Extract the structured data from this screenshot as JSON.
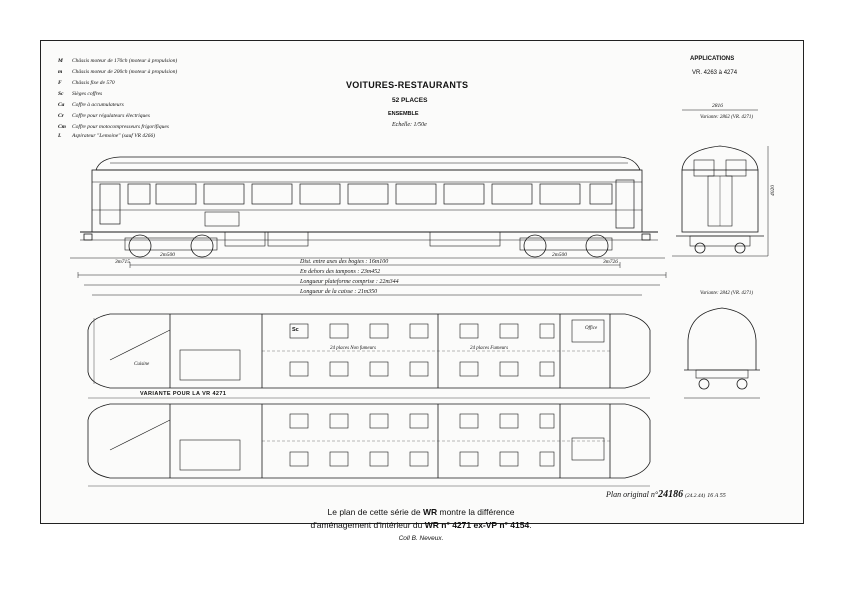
{
  "header": {
    "title": "VOITURES-RESTAURANTS",
    "places": "52 PLACES",
    "subtitle": "ENSEMBLE",
    "scale": "Echelle: 1/50e",
    "applications_label": "APPLICATIONS",
    "applications_value": "VR. 4263 à 4274"
  },
  "legend": [
    {
      "code": "M",
      "desc": "Châssis moteur de 170ch (moteur à propulsion)"
    },
    {
      "code": "m",
      "desc": "Châssis moteur de 200ch (moteur à propulsion)"
    },
    {
      "code": "F",
      "desc": "Châssis fixe de 570"
    },
    {
      "code": "Sc",
      "desc": "Sièges coffres"
    },
    {
      "code": "Ca",
      "desc": "Coffre à accumulateurs"
    },
    {
      "code": "Cr",
      "desc": "Coffre pour régulateurs électriques"
    },
    {
      "code": "Cm",
      "desc": "Coffre pour motocompresseurs frigorifiques"
    },
    {
      "code": "L",
      "desc": "Aspirateur \"Lemoine\" (sauf VR 4266)"
    }
  ],
  "dimensions": {
    "bogie_centers": "Dist. entre axes des bogies : 16m100",
    "buffers": "En dehors des tampons : 23m452",
    "platform": "Longueur plateforme comprise : 22m344",
    "body": "Longueur de la caisse : 21m350",
    "width_end": "2816",
    "variant_width": "Variante: 2862 (VR. 4271)",
    "variant_width2": "Variante: 2842 (VR. 4271)",
    "height_end": "4020",
    "wheelbase_left": "2m500",
    "wheelbase_right": "2m500",
    "overhang_left": "3m715",
    "overhang_right": "3m726"
  },
  "plan_labels": {
    "variant_note": "VARIANTE POUR LA VR 4271",
    "cuisine": "Cuisine",
    "office": "Office",
    "salle_non_fumeurs": "24 places Non fumeurs",
    "salle_fumeurs": "24 places Fumeurs",
    "code_sc": "Sc"
  },
  "plan_ref": {
    "label": "Plan original n°",
    "number": "24186",
    "date": "(24.2.44)",
    "sheet": "16 A 55"
  },
  "caption": {
    "line1_pre": "Le plan de cette série de ",
    "line1_bold": "WR",
    "line1_post": " montre la différence",
    "line2_pre": "d'aménagement d'intérieur du ",
    "line2_bold": "WR n° 4271 ex-VP n° 4154",
    "line2_post": ".",
    "credit": "Coll B. Neveux."
  }
}
